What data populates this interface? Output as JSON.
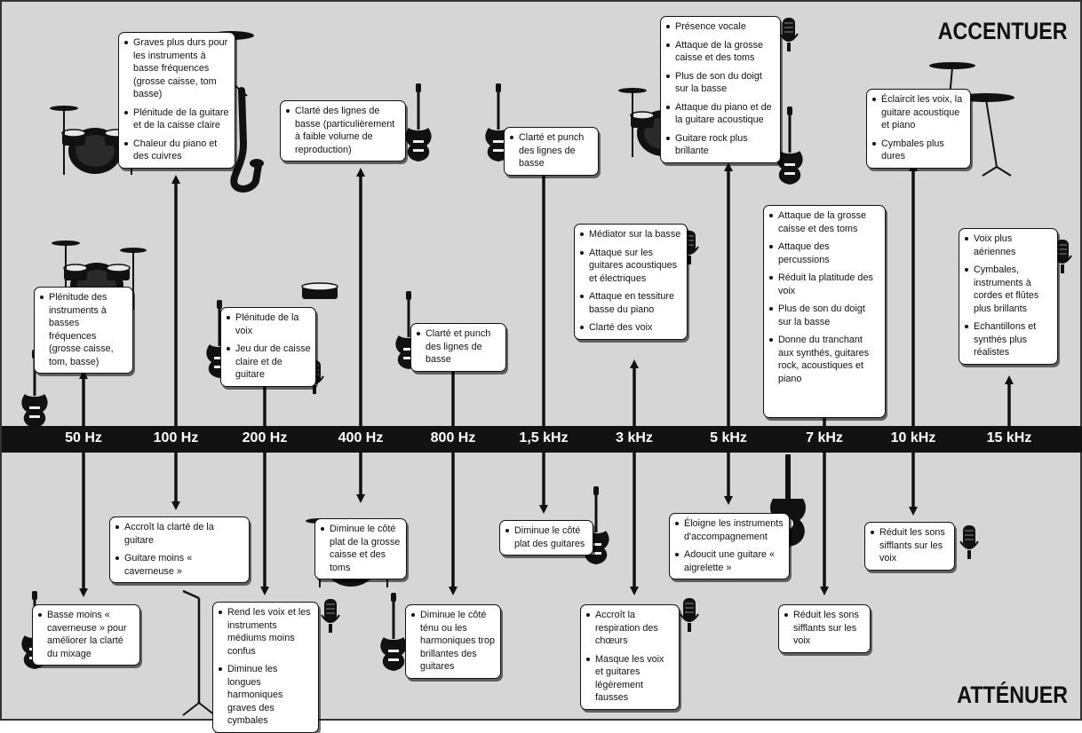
{
  "headings": {
    "accentuer": "ACCENTUER",
    "attenuer": "ATTÉNUER"
  },
  "frequencies": [
    "50 Hz",
    "100 Hz",
    "200 Hz",
    "400 Hz",
    "800 Hz",
    "1,5 kHz",
    "3 kHz",
    "5 kHz",
    "7 kHz",
    "10 kHz",
    "15 kHz"
  ],
  "accentuer": [
    {
      "id": "acc-50",
      "items": [
        "Plénitude des instruments à basses fréquences (grosse caisse, tom, basse)"
      ]
    },
    {
      "id": "acc-100",
      "items": [
        "Graves plus durs pour les instruments à basse fréquences (grosse caisse, tom basse)",
        "Plénitude de la guitare et de la caisse claire",
        "Chaleur du piano et des cuivres"
      ]
    },
    {
      "id": "acc-200",
      "items": [
        "Plénitude de la voix",
        "Jeu dur de caisse claire et de guitare"
      ]
    },
    {
      "id": "acc-400",
      "items": [
        "Clarté des lignes de basse (particulièrement à faible volume de reproduction)"
      ]
    },
    {
      "id": "acc-800",
      "items": [
        "Clarté et punch des lignes de basse"
      ]
    },
    {
      "id": "acc-1500",
      "items": [
        "Clarté et punch des lignes de basse"
      ]
    },
    {
      "id": "acc-3000",
      "items": [
        "Médiator sur la basse",
        "Attaque sur les guitares acoustiques et électriques",
        "Attaque en tessiture basse du piano",
        "Clarté des voix"
      ]
    },
    {
      "id": "acc-5000",
      "items": [
        "Présence vocale",
        "Attaque de la grosse caisse et des toms",
        "Plus de son du doigt sur la basse",
        "Attaque du piano et de la guitare acoustique",
        "Guitare rock plus brillante"
      ]
    },
    {
      "id": "acc-7000",
      "items": [
        "Attaque de la grosse caisse et des toms",
        "Attaque des percussions",
        "Réduit la platitude des voix",
        "Plus de son du doigt sur la basse",
        "Donne du tranchant aux synthés, guitares rock, acoustiques et piano"
      ]
    },
    {
      "id": "acc-10000",
      "items": [
        "Éclaircit les voix, la guitare acoustique et piano",
        "Cymbales plus dures"
      ]
    },
    {
      "id": "acc-15000",
      "items": [
        "Voix plus aériennes",
        "Cymbales, instruments à cordes et flûtes plus brillants",
        "Echantillons et synthés plus réalistes"
      ]
    }
  ],
  "attenuer": [
    {
      "id": "att-50",
      "items": [
        "Basse moins « caverneuse » pour améliorer la clarté du mixage"
      ]
    },
    {
      "id": "att-100",
      "items": [
        "Accroît la clarté de la guitare",
        "Guitare moins « caverneuse »"
      ]
    },
    {
      "id": "att-200",
      "items": [
        "Rend les voix et les instruments médiums moins confus",
        "Diminue les longues harmoniques graves des cymbales"
      ]
    },
    {
      "id": "att-400",
      "items": [
        "Diminue le côté plat de la grosse caisse et des toms"
      ]
    },
    {
      "id": "att-800",
      "items": [
        "Diminue le côté ténu ou les harmoniques trop brillantes des guitares"
      ]
    },
    {
      "id": "att-1500",
      "items": [
        "Diminue le côté plat des guitares"
      ]
    },
    {
      "id": "att-3000",
      "items": [
        "Accroît la respiration des chœurs",
        "Masque les voix et guitares légèrement fausses"
      ]
    },
    {
      "id": "att-5000",
      "items": [
        "Éloigne les instruments d'accompagnement",
        "Adoucit une guitare « aigrelette »"
      ]
    },
    {
      "id": "att-7000",
      "items": [
        "Réduit les sons sifflants sur les voix"
      ]
    },
    {
      "id": "att-10000",
      "items": [
        "Réduit les sons sifflants sur les voix"
      ]
    }
  ],
  "icons": [
    "drum-kit-icon",
    "bass-guitar-icon",
    "electric-guitar-icon",
    "microphone-icon",
    "saxophone-icon",
    "cymbal-stand-icon",
    "keyboard-icon",
    "acoustic-guitar-icon",
    "mic-stand-icon",
    "snare-drum-icon"
  ],
  "colors": {
    "background": "#d6d6d6",
    "bar": "#121212",
    "box": "#ffffff",
    "ink": "#111111"
  }
}
